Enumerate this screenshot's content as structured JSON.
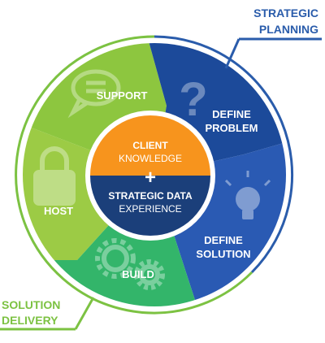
{
  "callouts": {
    "strategic_planning": [
      "STRATEGIC",
      "PLANNING"
    ],
    "solution_delivery": [
      "SOLUTION",
      "DELIVERY"
    ]
  },
  "segments": {
    "support": {
      "label": [
        "SUPPORT"
      ],
      "icon": "speech-bubbles-icon",
      "color": "#8dc63f"
    },
    "define_problem": {
      "label": [
        "DEFINE",
        "PROBLEM"
      ],
      "icon": "question-mark-icon",
      "color": "#1c4a9a"
    },
    "define_solution": {
      "label": [
        "DEFINE",
        "SOLUTION"
      ],
      "icon": "lightbulb-icon",
      "color": "#2a5ab3"
    },
    "build": {
      "label": [
        "BUILD"
      ],
      "icon": "gears-icon",
      "color": "#33b56a"
    },
    "host": {
      "label": [
        "HOST"
      ],
      "icon": "padlock-icon",
      "color": "#9ccb45"
    }
  },
  "center": {
    "top_line1": "CLIENT",
    "top_line2": "KNOWLEDGE",
    "plus": "+",
    "bottom_line1": "STRATEGIC DATA",
    "bottom_line2": "EXPERIENCE",
    "top_color": "#f7941d",
    "bottom_color": "#1b3f7a"
  },
  "colors": {
    "planning_blue": "#2a5cab",
    "delivery_green": "#7cc242"
  }
}
